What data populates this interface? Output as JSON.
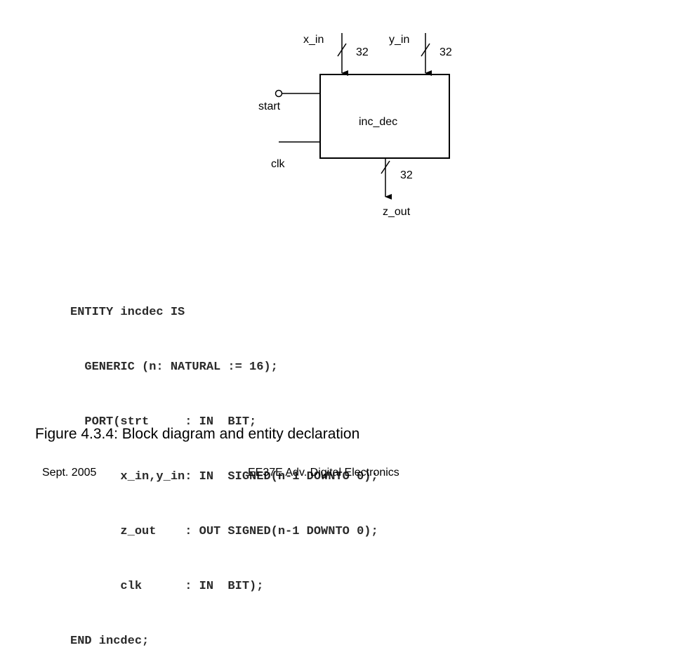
{
  "diagram": {
    "block_label": "inc_dec",
    "inputs": {
      "x_in": {
        "label": "x_in",
        "width": "32"
      },
      "y_in": {
        "label": "y_in",
        "width": "32"
      },
      "start": {
        "label": "start"
      },
      "clk": {
        "label": "clk"
      }
    },
    "output": {
      "label": "z_out",
      "width": "32"
    }
  },
  "code_lines": [
    "ENTITY incdec IS",
    "  GENERIC (n: NATURAL := 16);",
    "  PORT(strt     : IN  BIT;",
    "       x_in,y_in: IN  SIGNED(n-1 DOWNTO 0);",
    "       z_out    : OUT SIGNED(n-1 DOWNTO 0);",
    "       clk      : IN  BIT);",
    "END incdec;"
  ],
  "caption": "Figure 4.3.4: Block diagram and entity declaration",
  "footer": {
    "date": "Sept. 2005",
    "course": "EE37E Adv. Digital Electronics"
  }
}
